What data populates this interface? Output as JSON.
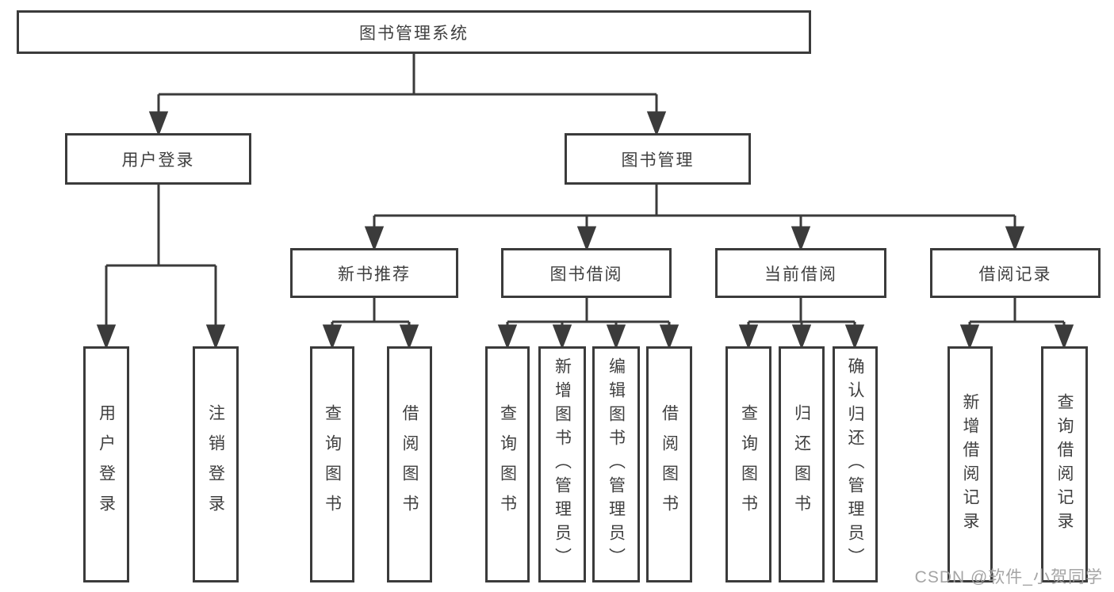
{
  "diagram": {
    "type": "org-chart",
    "root": {
      "label": "图书管理系统"
    },
    "level2": [
      {
        "label": "用户登录",
        "parent": "图书管理系统"
      },
      {
        "label": "图书管理",
        "parent": "图书管理系统"
      }
    ],
    "level3": [
      {
        "label": "新书推荐",
        "parent": "图书管理"
      },
      {
        "label": "图书借阅",
        "parent": "图书管理"
      },
      {
        "label": "当前借阅",
        "parent": "图书管理"
      },
      {
        "label": "借阅记录",
        "parent": "图书管理"
      }
    ],
    "leaves": [
      {
        "label": "用户登录",
        "parent": "用户登录"
      },
      {
        "label": "注销登录",
        "parent": "用户登录"
      },
      {
        "label": "查询图书",
        "parent": "新书推荐"
      },
      {
        "label": "借阅图书",
        "parent": "新书推荐"
      },
      {
        "label": "查询图书",
        "parent": "图书借阅"
      },
      {
        "label": "新增图书（管理员）",
        "parent": "图书借阅"
      },
      {
        "label": "编辑图书（管理员）",
        "parent": "图书借阅"
      },
      {
        "label": "借阅图书",
        "parent": "图书借阅"
      },
      {
        "label": "查询图书",
        "parent": "当前借阅"
      },
      {
        "label": "归还图书",
        "parent": "当前借阅"
      },
      {
        "label": "确认归还（管理员）",
        "parent": "当前借阅"
      },
      {
        "label": "新增借阅记录",
        "parent": "借阅记录"
      },
      {
        "label": "查询借阅记录",
        "parent": "借阅记录"
      }
    ]
  },
  "watermark": "CSDN @软件_小贺同学",
  "colors": {
    "line": "#3b3b3b",
    "text": "#3f3f3f",
    "background": "#ffffff",
    "watermark": "#a0a0a0"
  }
}
